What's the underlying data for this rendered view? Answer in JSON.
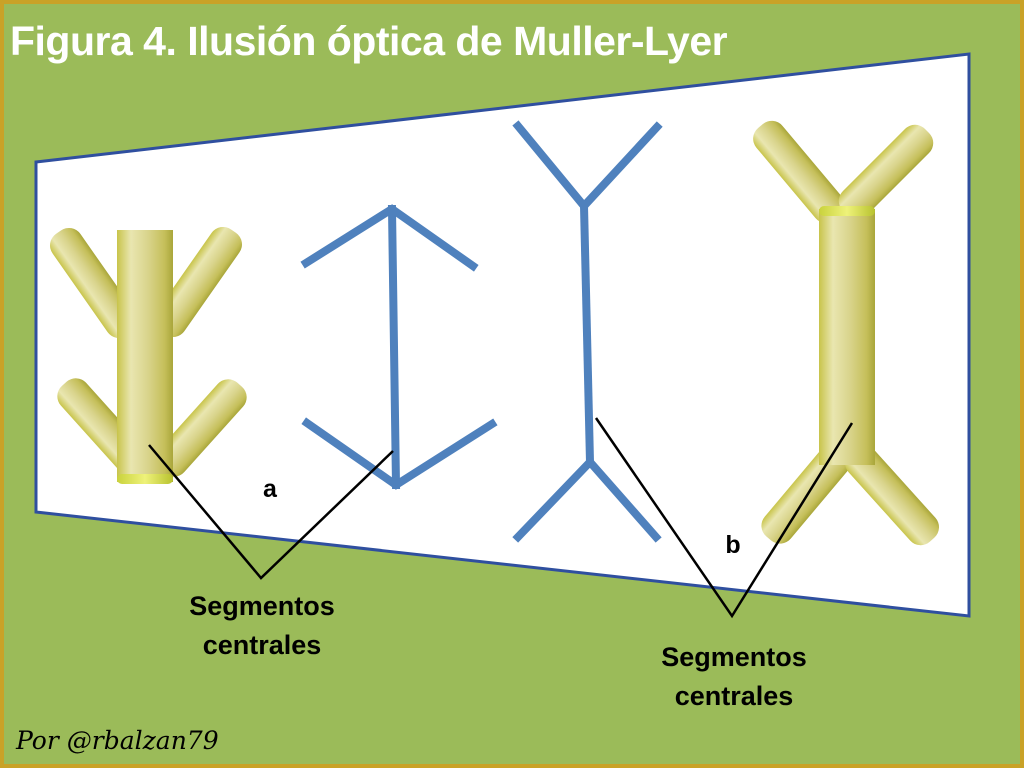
{
  "title": "Figura 4. Ilusión óptica de Muller-Lyer",
  "labels": {
    "a": "a",
    "b": "b"
  },
  "captions": {
    "left": [
      "Segmentos",
      "centrales"
    ],
    "right": [
      "Segmentos",
      "centrales"
    ]
  },
  "author": "Por @rbalzan79",
  "colors": {
    "background": "#9bbb59",
    "frame": "#c9a227",
    "panel_border": "#2f4f9f",
    "arrow_blue": "#4f81bd",
    "straw_yellow": "#d8d27a",
    "straw_green": "#b9c44a"
  }
}
